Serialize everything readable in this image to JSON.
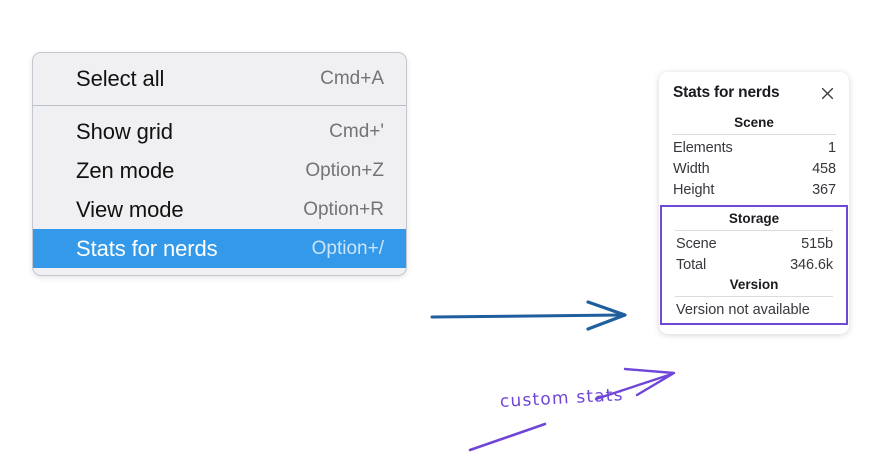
{
  "canvas": {
    "background": "#ffffff"
  },
  "context_menu": {
    "name": "canvas-context-menu",
    "background": "#f0f0f2",
    "selected_color": "#3399e8",
    "sections": [
      {
        "items": [
          {
            "label": "Select all",
            "shortcut": "Cmd+A",
            "selected": false
          }
        ]
      },
      {
        "items": [
          {
            "label": "Show grid",
            "shortcut": "Cmd+'",
            "selected": false
          },
          {
            "label": "Zen mode",
            "shortcut": "Option+Z",
            "selected": false
          },
          {
            "label": "View mode",
            "shortcut": "Option+R",
            "selected": false
          },
          {
            "label": "Stats for nerds",
            "shortcut": "Option+/",
            "selected": true
          }
        ]
      }
    ]
  },
  "stats_panel": {
    "title": "Stats for nerds",
    "close_icon": "close-icon",
    "scene": {
      "heading": "Scene",
      "rows": [
        {
          "key": "Elements",
          "value": "1"
        },
        {
          "key": "Width",
          "value": "458"
        },
        {
          "key": "Height",
          "value": "367"
        }
      ]
    },
    "storage": {
      "heading": "Storage",
      "rows": [
        {
          "key": "Scene",
          "value": "515b"
        },
        {
          "key": "Total",
          "value": "346.6k"
        }
      ]
    },
    "version": {
      "heading": "Version",
      "text": "Version not available"
    }
  },
  "annotations": {
    "arrow_blue_color": "#1f5f9e",
    "custom_stats_label": "custom stats",
    "custom_stats_color": "#6f46d8"
  }
}
